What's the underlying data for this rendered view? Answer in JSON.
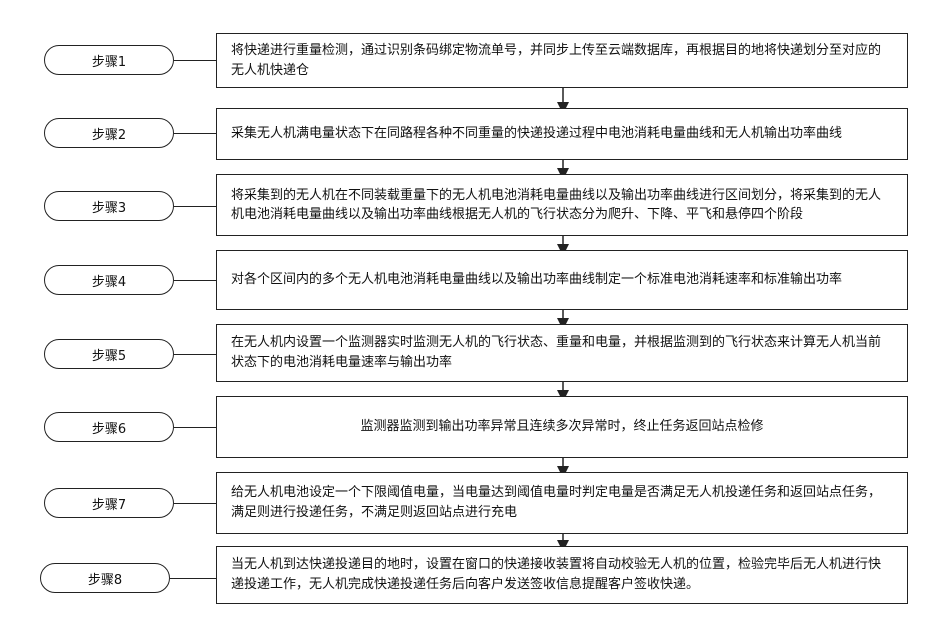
{
  "steps": [
    {
      "label": "步骤1",
      "text": "将快递进行重量检测，通过识别条码绑定物流单号，并同步上传至云端数据库，再根据目的地将快递划分至对应的无人机快递仓"
    },
    {
      "label": "步骤2",
      "text": "采集无人机满电量状态下在同路程各种不同重量的快递投递过程中电池消耗电量曲线和无人机输出功率曲线"
    },
    {
      "label": "步骤3",
      "text": "将采集到的无人机在不同装载重量下的无人机电池消耗电量曲线以及输出功率曲线进行区间划分，将采集到的无人机电池消耗电量曲线以及输出功率曲线根据无人机的飞行状态分为爬升、下降、平飞和悬停四个阶段"
    },
    {
      "label": "步骤4",
      "text": "对各个区间内的多个无人机电池消耗电量曲线以及输出功率曲线制定一个标准电池消耗速率和标准输出功率"
    },
    {
      "label": "步骤5",
      "text": "在无人机内设置一个监测器实时监测无人机的飞行状态、重量和电量，并根据监测到的飞行状态来计算无人机当前状态下的电池消耗电量速率与输出功率"
    },
    {
      "label": "步骤6",
      "text": "监测器监测到输出功率异常且连续多次异常时，终止任务返回站点检修"
    },
    {
      "label": "步骤7",
      "text": "给无人机电池设定一个下限阈值电量，当电量达到阈值电量时判定电量是否满足无人机投递任务和返回站点任务，满足则进行投递任务，不满足则返回站点进行充电"
    },
    {
      "label": "步骤8",
      "text": "当无人机到达快递投递目的地时，设置在窗口的快递接收装置将自动校验无人机的位置，检验完毕后无人机进行快递投递工作，无人机完成快递投递任务后向客户发送签收信息提醒客户签收快递。"
    }
  ]
}
